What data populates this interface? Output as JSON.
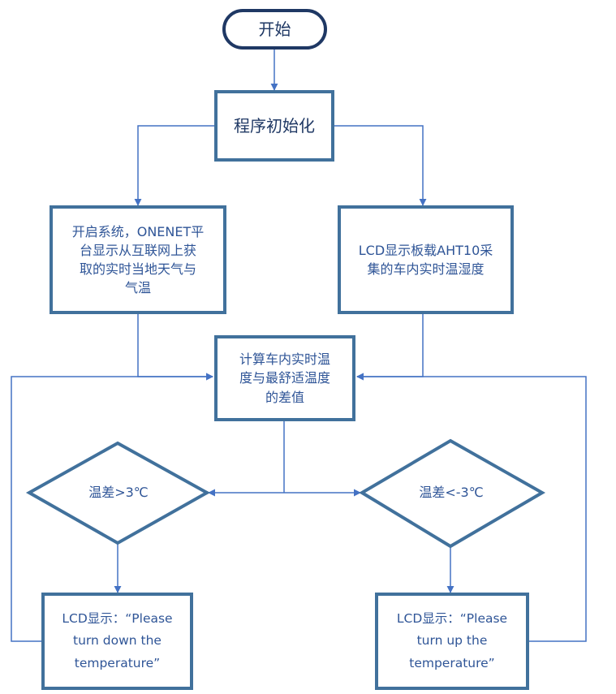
{
  "colors": {
    "box_border": "#41719c",
    "terminal_border": "#1f3864",
    "connector": "#4472c4",
    "text": "#2f5597"
  },
  "nodes": {
    "start": {
      "label": "开始"
    },
    "init": {
      "label": "程序初始化"
    },
    "left_box": {
      "lines": [
        "开启系统，ONENET平",
        "台显示从互联网上获",
        "取的实时当地天气与",
        "气温"
      ]
    },
    "right_box": {
      "lines": [
        "LCD显示板载AHT10采",
        "集的车内实时温湿度"
      ]
    },
    "calc_box": {
      "lines": [
        "计算车内实时温",
        "度与最舒适温度",
        "的差值"
      ]
    },
    "left_diamond": {
      "label": "温差>3℃"
    },
    "right_diamond": {
      "label": "温差<-3℃"
    },
    "left_lcd": {
      "lines": [
        "LCD显示：“Please",
        "turn down the",
        "temperature”"
      ]
    },
    "right_lcd": {
      "lines": [
        "LCD显示：“Please",
        "turn up the",
        "temperature”"
      ]
    }
  }
}
